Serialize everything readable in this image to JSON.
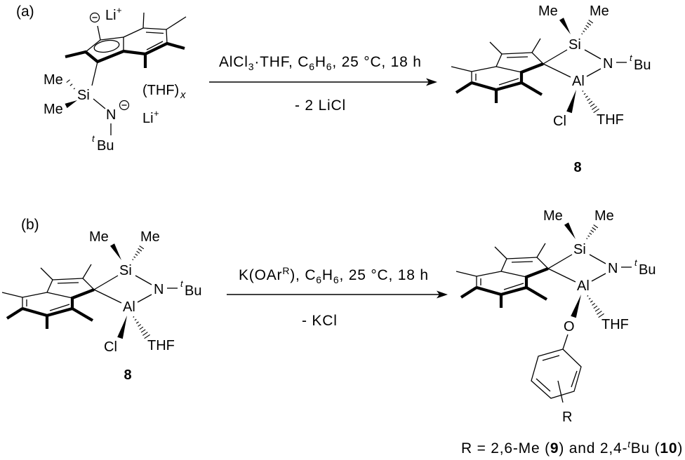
{
  "scheme_a": {
    "label": "(a)",
    "reactant": {
      "counterion_top": {
        "element": "Li",
        "charge": "+"
      },
      "anion_charge_icon": "circled-minus-icon",
      "me_upper": "Me",
      "me_lower": "Me",
      "si": "Si",
      "n": "N",
      "tbu_prefix": "t",
      "tbu": "Bu",
      "solvate": {
        "text": "(THF)",
        "subscript": "x"
      },
      "counterion_bottom": {
        "element": "Li",
        "charge": "+"
      }
    },
    "conditions": {
      "above": [
        "AlCl",
        "3",
        "·THF, C",
        "6",
        "H",
        "6",
        ", 25 °C, 18 h"
      ],
      "below": "- 2 LiCl"
    },
    "product": {
      "me_left": "Me",
      "me_right": "Me",
      "si": "Si",
      "n": "N",
      "tbu_prefix": "t",
      "tbu": "Bu",
      "al": "Al",
      "cl": "Cl",
      "thf": "THF",
      "compound_number": "8"
    }
  },
  "scheme_b": {
    "label": "(b)",
    "reactant": {
      "me_left": "Me",
      "me_right": "Me",
      "si": "Si",
      "n": "N",
      "tbu_prefix": "t",
      "tbu": "Bu",
      "al": "Al",
      "cl": "Cl",
      "thf": "THF",
      "compound_number": "8"
    },
    "conditions": {
      "above": [
        "K(OAr",
        "R",
        "), C",
        "6",
        "H",
        "6",
        ", 25 °C, 18 h"
      ],
      "below": "- KCl"
    },
    "product": {
      "me_left": "Me",
      "me_right": "Me",
      "si": "Si",
      "n": "N",
      "tbu_prefix": "t",
      "tbu": "Bu",
      "al": "Al",
      "o": "O",
      "thf": "THF",
      "r": "R"
    },
    "substituent_legend": [
      "R = 2,6-Me (",
      "9",
      ") and 2,4-",
      "t",
      "Bu (",
      "10",
      ")"
    ]
  }
}
